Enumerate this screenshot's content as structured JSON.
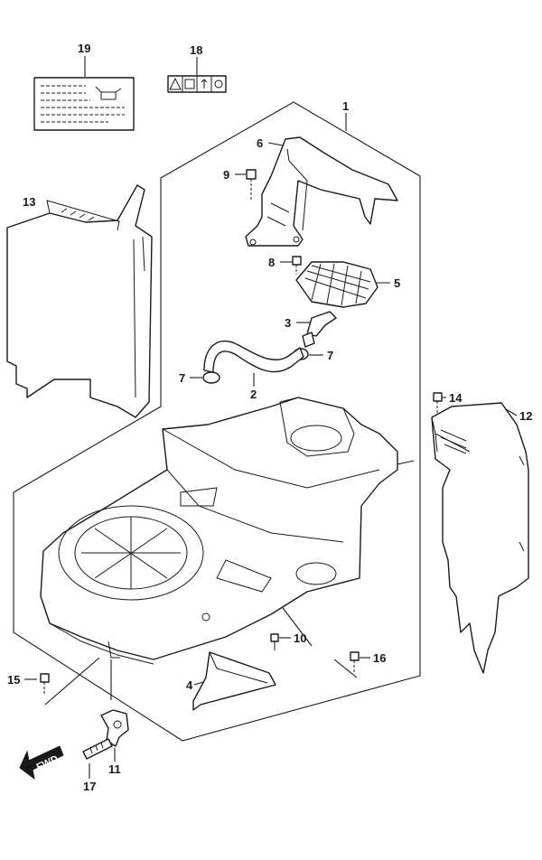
{
  "diagram": {
    "callouts": [
      {
        "id": "c1",
        "label": "1"
      },
      {
        "id": "c2",
        "label": "2"
      },
      {
        "id": "c3",
        "label": "3"
      },
      {
        "id": "c4",
        "label": "4"
      },
      {
        "id": "c5",
        "label": "5"
      },
      {
        "id": "c6",
        "label": "6"
      },
      {
        "id": "c7a",
        "label": "7"
      },
      {
        "id": "c7b",
        "label": "7"
      },
      {
        "id": "c8",
        "label": "8"
      },
      {
        "id": "c9",
        "label": "9"
      },
      {
        "id": "c10",
        "label": "10"
      },
      {
        "id": "c11",
        "label": "11"
      },
      {
        "id": "c12",
        "label": "12"
      },
      {
        "id": "c13",
        "label": "13"
      },
      {
        "id": "c14",
        "label": "14"
      },
      {
        "id": "c15",
        "label": "15"
      },
      {
        "id": "c16",
        "label": "16"
      },
      {
        "id": "c17",
        "label": "17"
      },
      {
        "id": "c18",
        "label": "18"
      },
      {
        "id": "c19",
        "label": "19"
      }
    ],
    "fwd_label": "FWD"
  }
}
